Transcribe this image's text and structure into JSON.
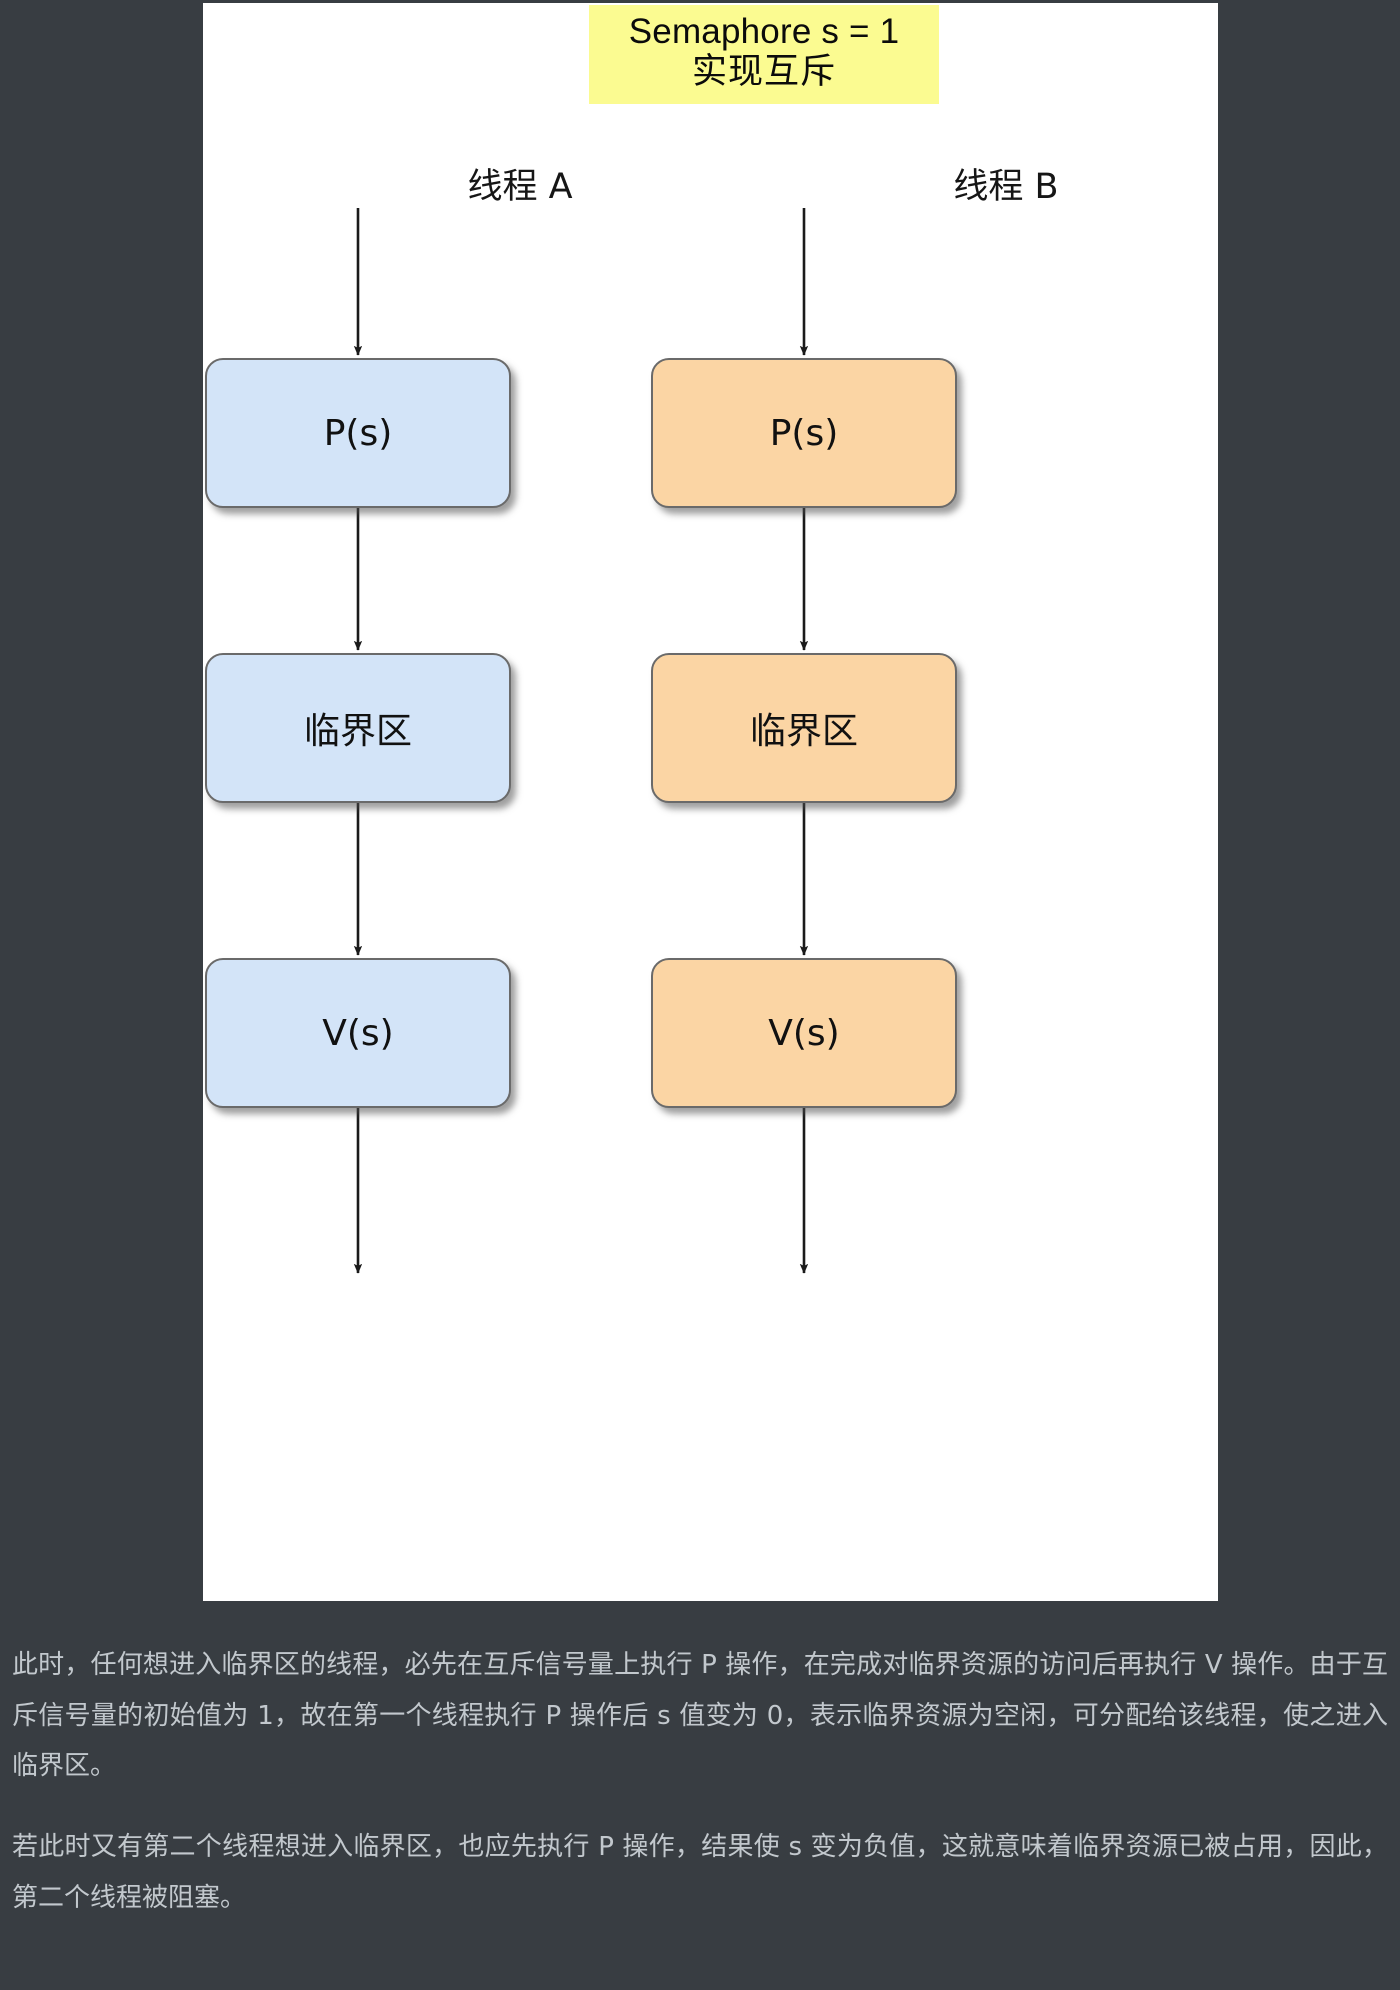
{
  "theme": {
    "page_background": "#383d42",
    "canvas_background": "#ffffff",
    "highlight_background": "#fbfb91",
    "thread_a_fill": "#d3e4f8",
    "thread_b_fill": "#fbd5a4",
    "box_border": "#6a6a6a",
    "body_text_color": "#c2c8cd",
    "arrow_color": "#1a1a1a"
  },
  "diagram": {
    "title": {
      "line1": "Semaphore s = 1",
      "line2": "实现互斥"
    },
    "columns": [
      {
        "id": "thread-a",
        "label": "线程 A",
        "color": "#d3e4f8",
        "steps": [
          {
            "id": "p-operation",
            "label": "P(s)"
          },
          {
            "id": "critical-section",
            "label": "临界区"
          },
          {
            "id": "v-operation",
            "label": "V(s)"
          }
        ]
      },
      {
        "id": "thread-b",
        "label": "线程 B",
        "color": "#fbd5a4",
        "steps": [
          {
            "id": "p-operation",
            "label": "P(s)"
          },
          {
            "id": "critical-section",
            "label": "临界区"
          },
          {
            "id": "v-operation",
            "label": "V(s)"
          }
        ]
      }
    ]
  },
  "body": {
    "paragraphs": [
      "此时，任何想进入临界区的线程，必先在互斥信号量上执行 P 操作，在完成对临界资源的访问后再执行 V 操作。由于互斥信号量的初始值为 1，故在第一个线程执行 P 操作后 s 值变为 0，表示临界资源为空闲，可分配给该线程，使之进入临界区。",
      "若此时又有第二个线程想进入临界区，也应先执行 P 操作，结果使 s 变为负值，这就意味着临界资源已被占用，因此，第二个线程被阻塞。"
    ]
  }
}
